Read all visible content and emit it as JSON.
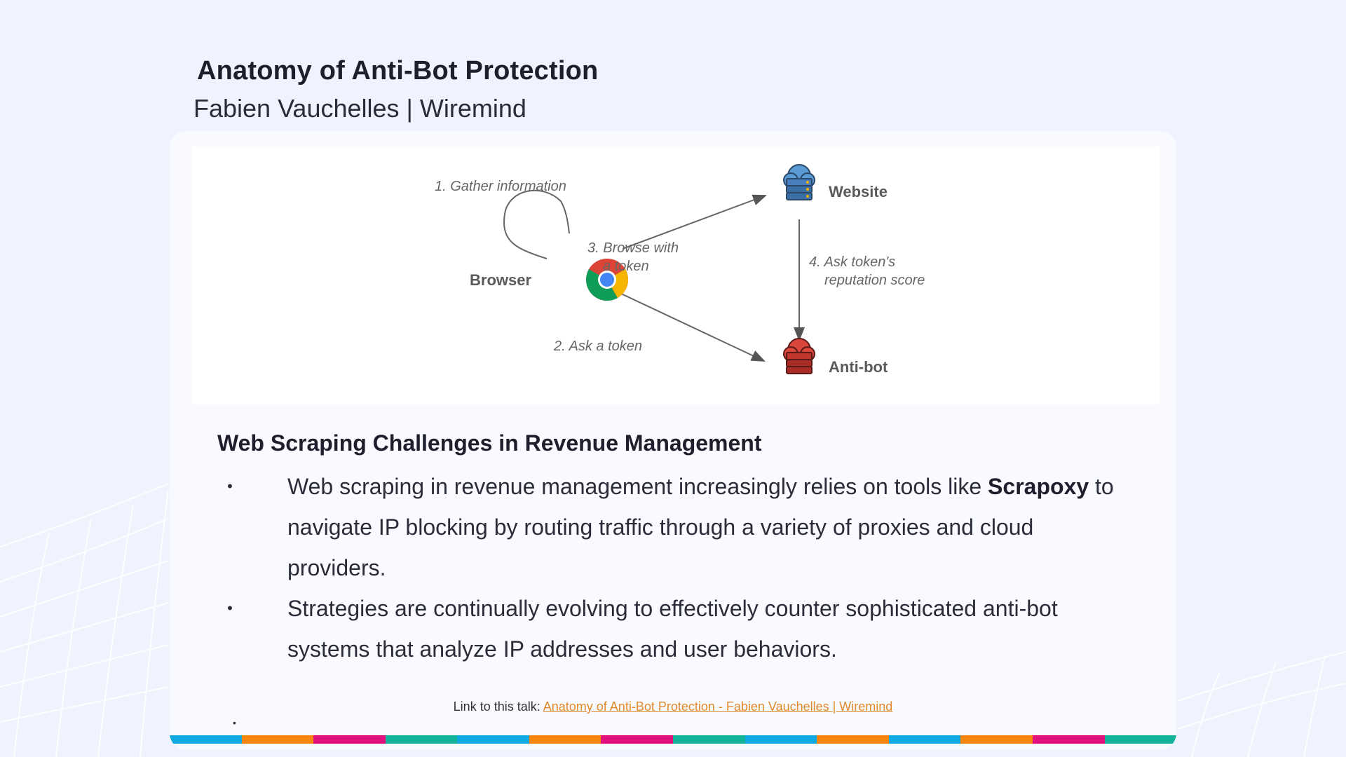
{
  "slide": {
    "title": "Anatomy of Anti-Bot Protection",
    "subtitle": "Fabien Vauchelles | Wiremind"
  },
  "diagram": {
    "gather": "1. Gather information",
    "browser": "Browser",
    "browse_line1": "3. Browse with",
    "browse_line2": "a token",
    "ask_token": "2. Ask a token",
    "website": "Website",
    "reputation_line1": "4. Ask token's",
    "reputation_line2": "reputation score",
    "antibot": "Anti-bot",
    "icons": [
      "chrome-icon",
      "website-server-icon",
      "antibot-server-icon"
    ]
  },
  "content": {
    "heading": "Web Scraping Challenges in Revenue Management",
    "bullet1_pre": "Web scraping in revenue management increasingly relies on tools like",
    "bullet1_bold": "Scrapoxy",
    "bullet1_post": "to navigate IP blocking by routing traffic through a variety of proxies and cloud providers.",
    "bullet2": "Strategies are continually evolving to effectively counter sophisticated anti-bot systems that analyze IP addresses and user behaviors.",
    "bullet_symbol": "•"
  },
  "footer": {
    "link_prefix": "Link to this talk:",
    "link_text": "Anatomy of Anti-Bot Protection - Fabien Vauchelles | Wiremind",
    "link_color": "#e08a2e",
    "bar_colors": [
      "#10a9e0",
      "#f7860f",
      "#e2107e",
      "#16b39b",
      "#10a9e0",
      "#f7860f",
      "#e2107e",
      "#16b39b",
      "#10a9e0",
      "#f7860f",
      "#10a9e0",
      "#f7860f",
      "#e2107e",
      "#16b39b"
    ]
  },
  "colors": {
    "background": "#eef3fe",
    "card": "#f9faff"
  }
}
